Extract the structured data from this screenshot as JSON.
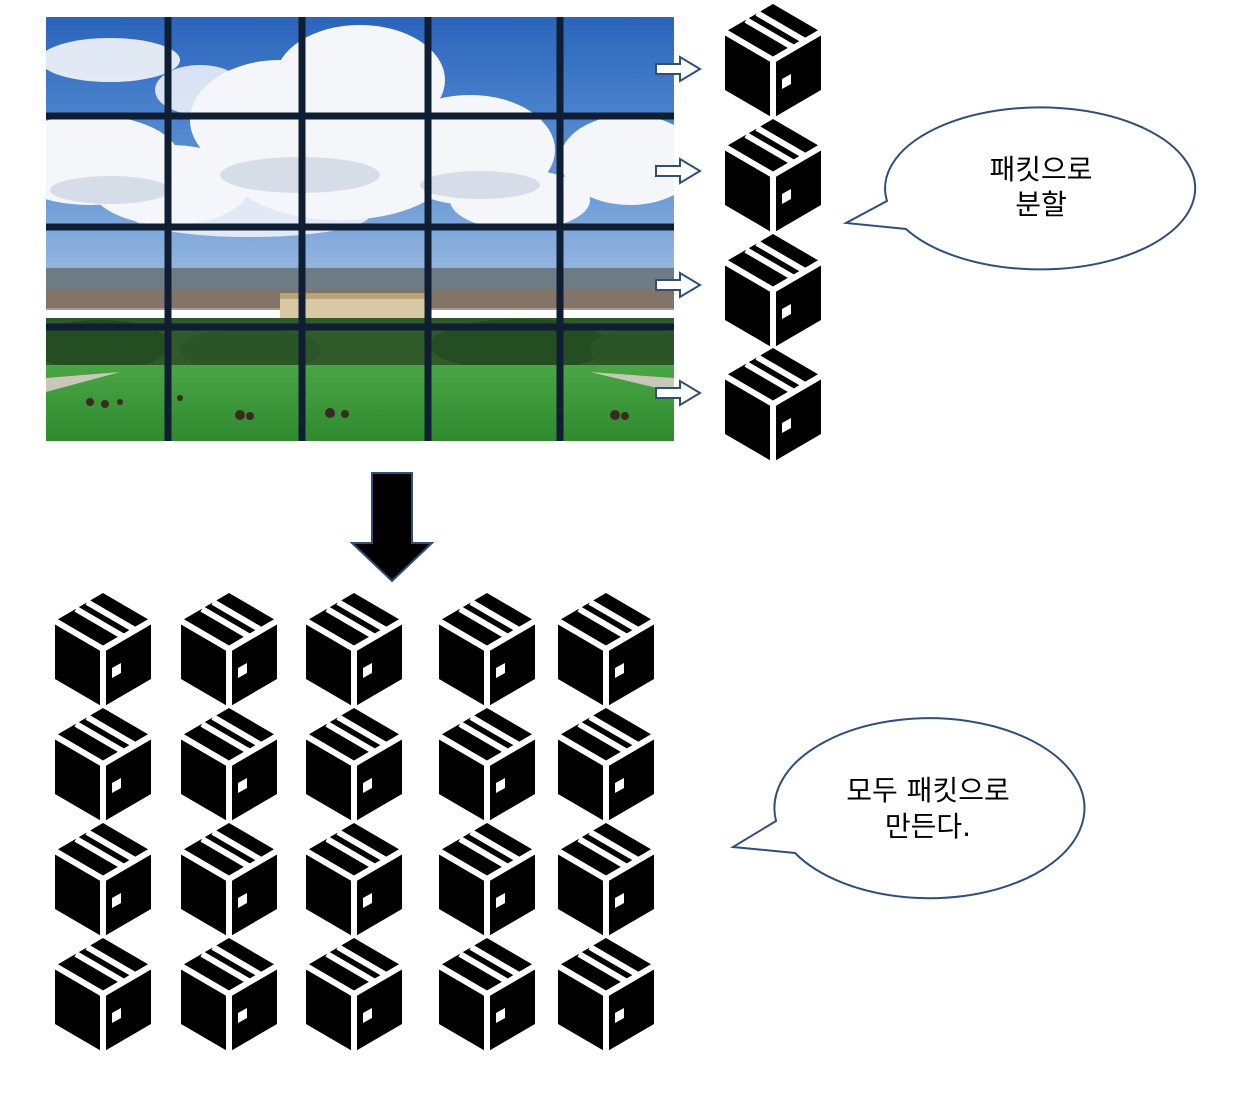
{
  "colors": {
    "grid_line": "#0f1e33",
    "arrow_outline": "#2f4f7a",
    "bubble_outline": "#2f4f7a",
    "package_fill": "#000000",
    "sky_top": "#2f6ec6",
    "cloud": "#f4f6fa",
    "lawn": "#3f9a3a"
  },
  "icons": {
    "package": "package-box-icon",
    "small_arrow": "right-arrow-icon",
    "big_arrow": "down-arrow-icon"
  },
  "photo": {
    "grid_columns": 5,
    "grid_rows": 4
  },
  "side_packets": {
    "count": 4
  },
  "packet_grid": {
    "rows": 4,
    "columns": 5
  },
  "callouts": {
    "split": {
      "line1": "패킷으로",
      "line2": "분할"
    },
    "all_packets": {
      "line1": "모두 패킷으로",
      "line2": "만든다."
    }
  }
}
